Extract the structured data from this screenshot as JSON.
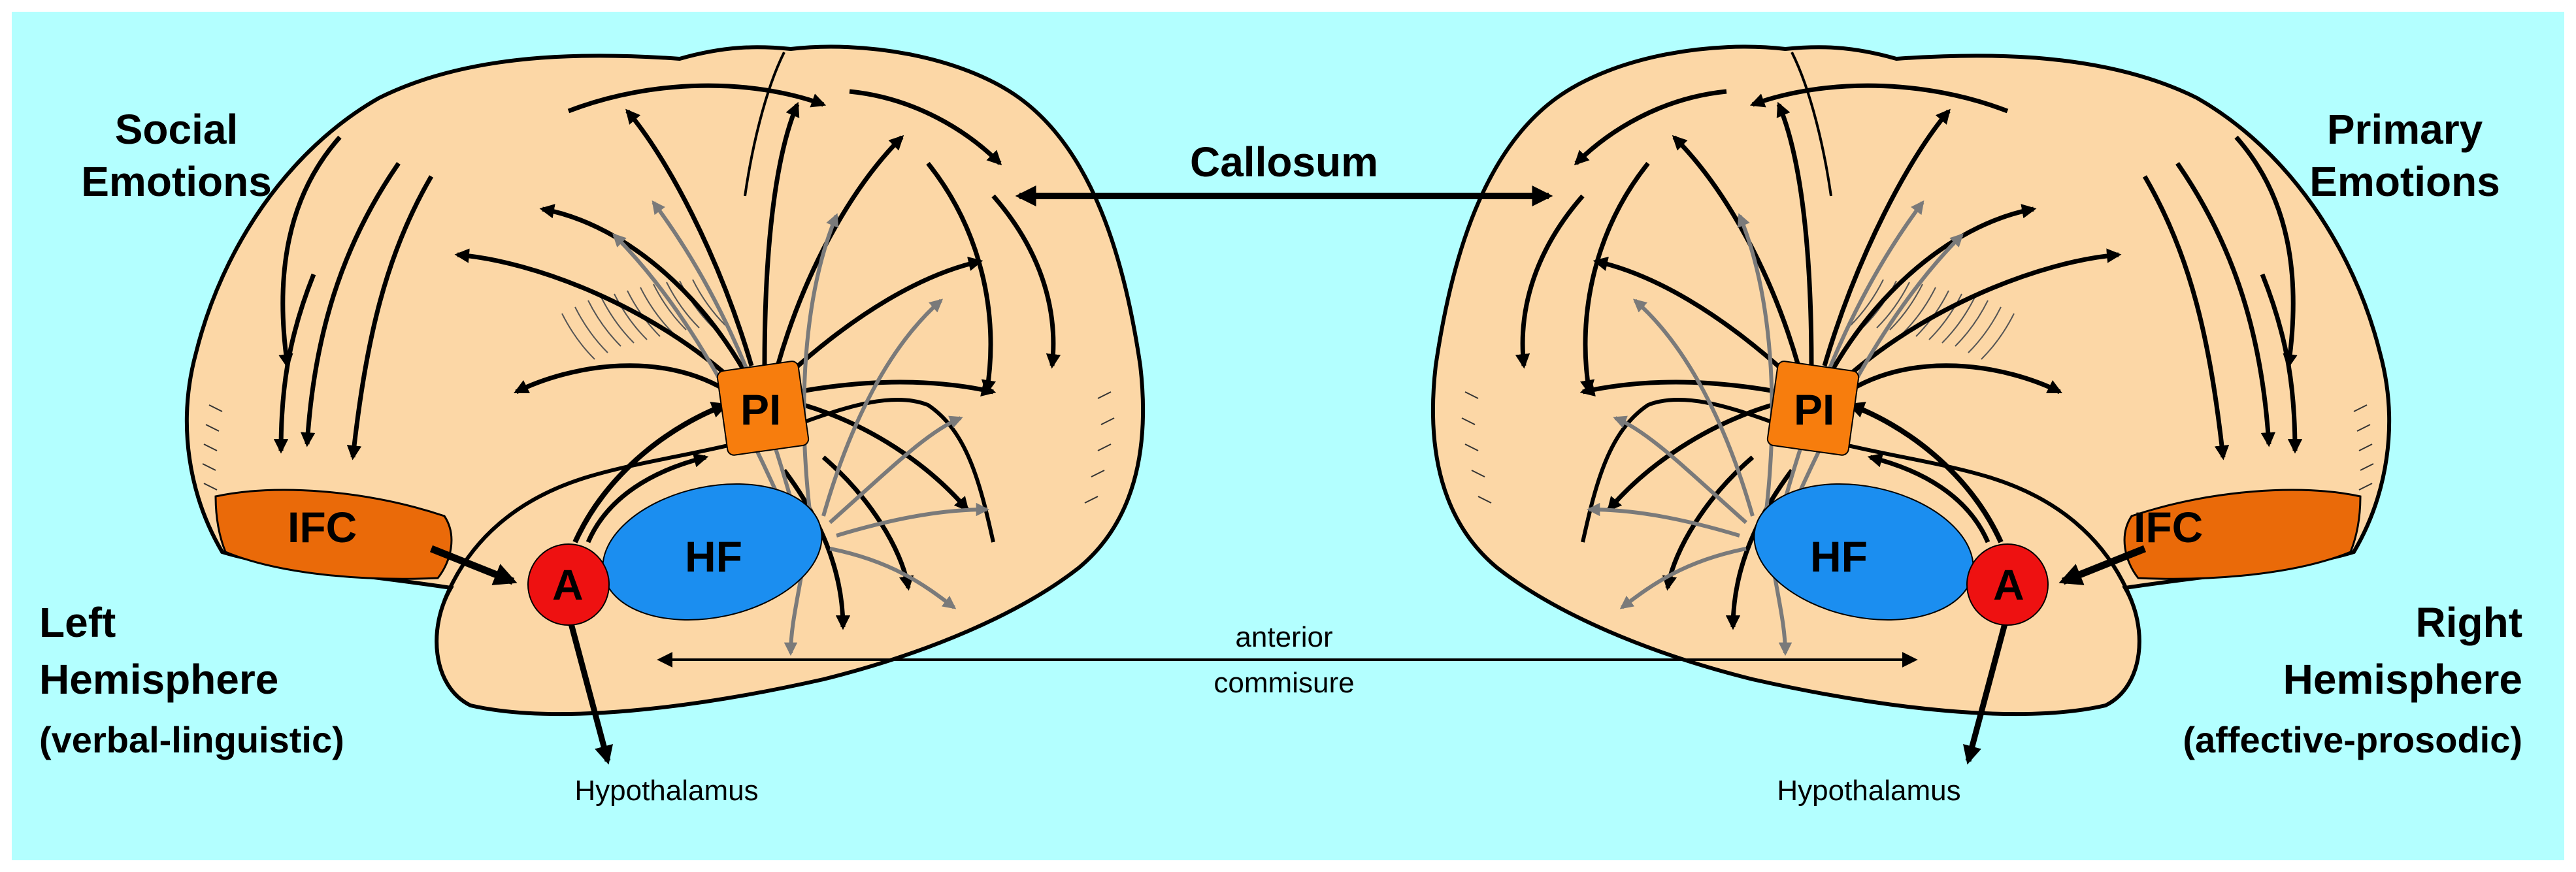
{
  "labels": {
    "social_emotions": [
      "Social",
      "Emotions"
    ],
    "primary_emotions": [
      "Primary",
      "Emotions"
    ],
    "callosum": "Callosum",
    "left_hemisphere": [
      "Left",
      "Hemisphere",
      "(verbal-linguistic)"
    ],
    "right_hemisphere": [
      "Right",
      "Hemisphere",
      "(affective-prosodic)"
    ],
    "anterior_commisure": [
      "anterior",
      "commisure"
    ],
    "hypothalamus_left": "Hypothalamus",
    "hypothalamus_right": "Hypothalamus"
  },
  "nodes": {
    "pi": "PI",
    "hf": "HF",
    "ifc": "IFC",
    "a": "A"
  },
  "colors": {
    "background": "#b3ffff",
    "border": "#ffffff",
    "brain": "#fcd7a6",
    "pi": "#f77d0d",
    "ifc": "#ea6a09",
    "hf": "#1b8ef0",
    "amygdala": "#ee1111",
    "black_arrow": "#000000",
    "gray_arrow": "#7a7a7a"
  }
}
